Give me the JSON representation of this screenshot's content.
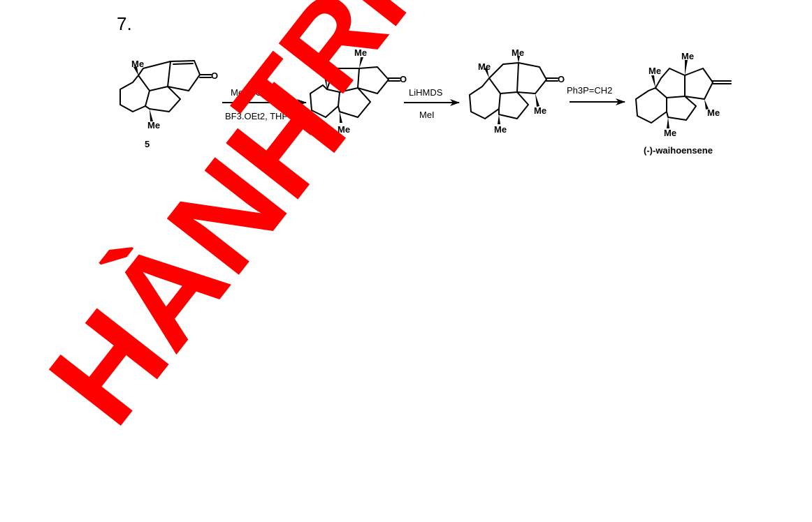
{
  "step_number": "7.",
  "compounds": [
    {
      "label": "5",
      "atoms": [
        "Me",
        "Me",
        "O"
      ]
    },
    {
      "label": "",
      "atoms": [
        "Me",
        "Me",
        "Me",
        "O"
      ]
    },
    {
      "label": "",
      "atoms": [
        "Me",
        "Me",
        "Me",
        "Me",
        "O"
      ]
    },
    {
      "label": "(-)-waihoensene",
      "atoms": [
        "Me",
        "Me",
        "Me",
        "Me"
      ]
    }
  ],
  "reactions": [
    {
      "above": "MeLi, CuCN",
      "below": "BF3.OEt2, THF"
    },
    {
      "above": "LiHMDS",
      "below": "MeI"
    },
    {
      "above": "Ph3P=CH2",
      "below": ""
    }
  ],
  "watermark": {
    "line1": "HÀNH",
    "line2": "TRÌN",
    "color": "#ff0000"
  }
}
